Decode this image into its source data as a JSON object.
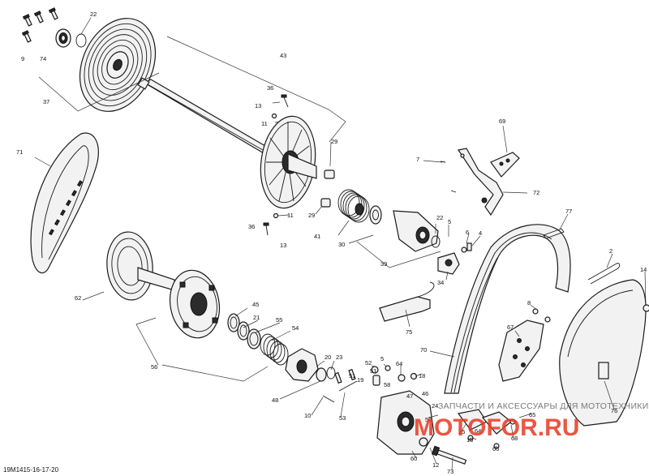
{
  "diagram_code": "19M1415-16-17-20",
  "watermark": {
    "line1": "ЗАПЧАСТИ И АКСЕССУАРЫ ДЛЯ МОТОТЕХНИКИ",
    "line2": "MOTOFOR.RU"
  },
  "callouts": [
    {
      "id": "c9",
      "text": "9"
    },
    {
      "id": "c74",
      "text": "74"
    },
    {
      "id": "c22a",
      "text": "22"
    },
    {
      "id": "c37",
      "text": "37"
    },
    {
      "id": "c43",
      "text": "43"
    },
    {
      "id": "c36a",
      "text": "36"
    },
    {
      "id": "c13a",
      "text": "13"
    },
    {
      "id": "c11a",
      "text": "11"
    },
    {
      "id": "c29a",
      "text": "29"
    },
    {
      "id": "c29b",
      "text": "29"
    },
    {
      "id": "c71",
      "text": "71"
    },
    {
      "id": "c41",
      "text": "41"
    },
    {
      "id": "c36b",
      "text": "36"
    },
    {
      "id": "c11b",
      "text": "11"
    },
    {
      "id": "c13b",
      "text": "13"
    },
    {
      "id": "c30",
      "text": "30"
    },
    {
      "id": "c39",
      "text": "39"
    },
    {
      "id": "c22b",
      "text": "22"
    },
    {
      "id": "c5a",
      "text": "5"
    },
    {
      "id": "c6",
      "text": "6"
    },
    {
      "id": "c4",
      "text": "4"
    },
    {
      "id": "c34",
      "text": "34"
    },
    {
      "id": "c69",
      "text": "69"
    },
    {
      "id": "c7",
      "text": "7"
    },
    {
      "id": "c72",
      "text": "72"
    },
    {
      "id": "c77",
      "text": "77"
    },
    {
      "id": "c2",
      "text": "2"
    },
    {
      "id": "c14",
      "text": "14"
    },
    {
      "id": "c62",
      "text": "62"
    },
    {
      "id": "c45",
      "text": "45"
    },
    {
      "id": "c21",
      "text": "21"
    },
    {
      "id": "c55",
      "text": "55"
    },
    {
      "id": "c54",
      "text": "54"
    },
    {
      "id": "c56",
      "text": "56"
    },
    {
      "id": "c75",
      "text": "75"
    },
    {
      "id": "c8",
      "text": "8"
    },
    {
      "id": "c67",
      "text": "67"
    },
    {
      "id": "c70",
      "text": "70"
    },
    {
      "id": "c20",
      "text": "20"
    },
    {
      "id": "c23",
      "text": "23"
    },
    {
      "id": "c52",
      "text": "52"
    },
    {
      "id": "c5b",
      "text": "5"
    },
    {
      "id": "c51a",
      "text": "51"
    },
    {
      "id": "c19",
      "text": "19"
    },
    {
      "id": "c51b",
      "text": "51"
    },
    {
      "id": "c64a",
      "text": "64"
    },
    {
      "id": "c58",
      "text": "58"
    },
    {
      "id": "c18",
      "text": "18"
    },
    {
      "id": "c46",
      "text": "46"
    },
    {
      "id": "c48",
      "text": "48"
    },
    {
      "id": "c47",
      "text": "47"
    },
    {
      "id": "c10",
      "text": "10"
    },
    {
      "id": "c53",
      "text": "53"
    },
    {
      "id": "c24",
      "text": "24"
    },
    {
      "id": "c50",
      "text": "50"
    },
    {
      "id": "c65",
      "text": "65"
    },
    {
      "id": "c76",
      "text": "76"
    },
    {
      "id": "c25",
      "text": "25"
    },
    {
      "id": "c64b",
      "text": "64"
    },
    {
      "id": "c68",
      "text": "68"
    },
    {
      "id": "c16",
      "text": "16"
    },
    {
      "id": "c66",
      "text": "66"
    },
    {
      "id": "c60",
      "text": "60"
    },
    {
      "id": "c12",
      "text": "12"
    },
    {
      "id": "c73",
      "text": "73"
    }
  ]
}
